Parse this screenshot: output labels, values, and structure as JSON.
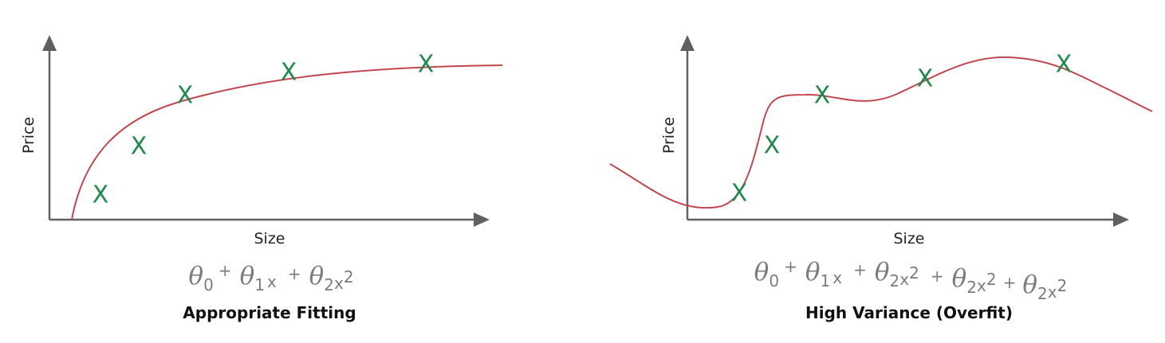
{
  "panels": [
    {
      "id": "appropriate",
      "y_label": "Price",
      "x_label": "Size",
      "marker_glyph": "X",
      "formula": {
        "t0": "θ",
        "s0": "0",
        "p1": "+",
        "t1": "θ",
        "s1": "1",
        "v1": "x",
        "p2": "+",
        "t2": "θ",
        "s2": "2",
        "v2": "x",
        "e2": "2"
      },
      "caption": "Appropriate Fitting"
    },
    {
      "id": "overfit",
      "y_label": "Price",
      "x_label": "Size",
      "marker_glyph": "X",
      "formula": {
        "t0": "θ",
        "s0": "0",
        "p1": "+",
        "t1": "θ",
        "s1": "1",
        "v1": "x",
        "p2": "+",
        "t2": "θ",
        "s2": "2",
        "v2": "x",
        "e2": "2",
        "p3": "+",
        "t3": "θ",
        "s3": "2",
        "v3": "x",
        "e3": "2",
        "p4": "+",
        "t4": "θ",
        "s4": "2",
        "v4": "x",
        "e4": "2"
      },
      "caption": "High Variance (Overfit)"
    }
  ],
  "colors": {
    "axis": "#606060",
    "curve": "#c1474f",
    "marker": "#1f8a4c",
    "formula": "#7c7c7c",
    "caption": "#111111"
  }
}
